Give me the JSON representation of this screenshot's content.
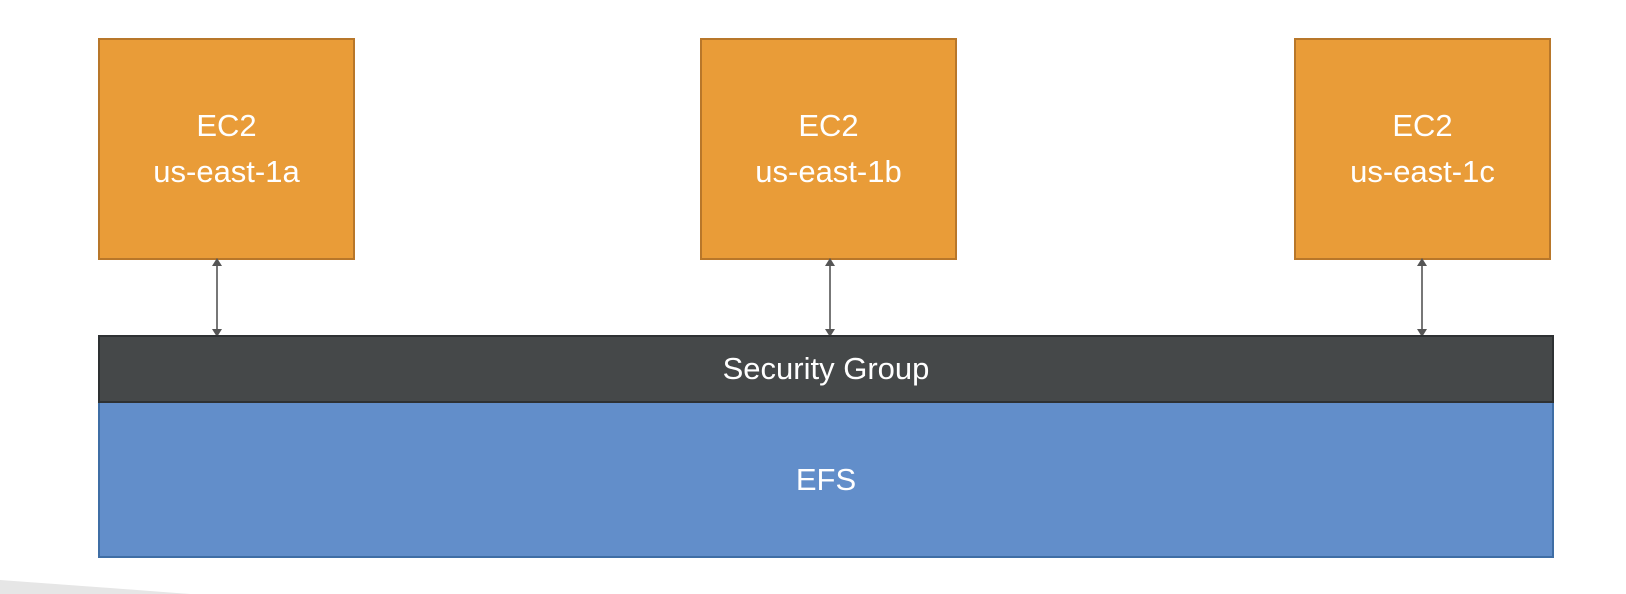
{
  "diagram": {
    "ec2_nodes": [
      {
        "title": "EC2",
        "zone": "us-east-1a"
      },
      {
        "title": "EC2",
        "zone": "us-east-1b"
      },
      {
        "title": "EC2",
        "zone": "us-east-1c"
      }
    ],
    "security_group": {
      "label": "Security Group"
    },
    "efs": {
      "label": "EFS"
    }
  },
  "colors": {
    "ec2_fill": "#e99c38",
    "ec2_border": "#b8772a",
    "security_group_fill": "#454849",
    "efs_fill": "#628eca",
    "arrow": "#555555",
    "text": "#ffffff"
  }
}
